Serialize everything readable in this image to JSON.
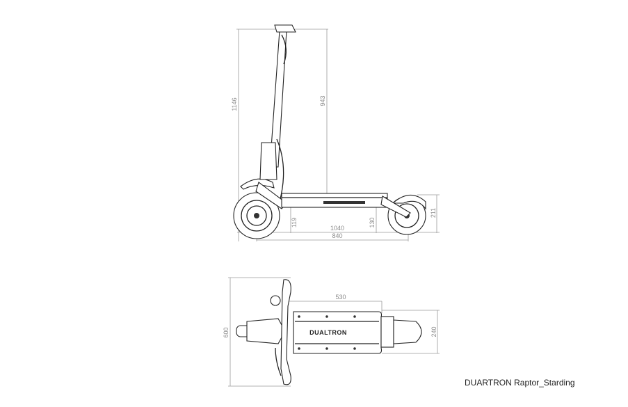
{
  "side_view": {
    "dimensions": {
      "total_height": "1146",
      "handlebar_height": "943",
      "front_clearance": "119",
      "rear_clearance": "130",
      "deck_height": "211",
      "overall_length": "1040",
      "wheelbase": "840"
    }
  },
  "top_view": {
    "dimensions": {
      "handlebar_width": "600",
      "deck_length": "530",
      "deck_width": "240"
    },
    "deck_logo": "DUALTRON"
  },
  "caption": "DUARTRON Raptor_Starding"
}
